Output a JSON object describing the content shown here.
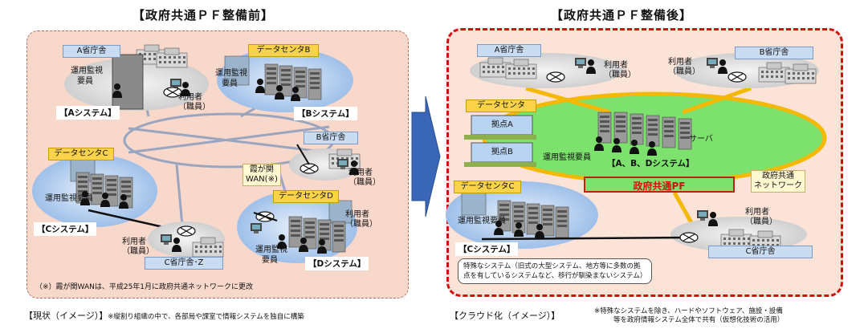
{
  "left": {
    "title": "【政府共通ＰＦ整備前】",
    "a_office": "A省庁舎",
    "a_staff_1": "運用監視",
    "a_staff_2": "要員",
    "a_user_1": "利用者",
    "a_user_2": "（職員）",
    "a_system": "【Aシステム】",
    "dc_b": "データセンタB",
    "b_staff_1": "運用監視",
    "b_staff_2": "要員",
    "b_system": "【Bシステム】",
    "b_office": "B省庁舎",
    "b_user_1": "利用者",
    "b_user_2": "（職員）",
    "wan_1": "霞が関",
    "wan_2": "WAN(※)",
    "dc_c": "データセンタC",
    "c_staff": "運用監視要員",
    "c_system": "【Cシステム】",
    "c_user_1": "利用者",
    "c_user_2": "（職員）",
    "c_office": "C省庁舎･Z",
    "dc_d": "データセンタD",
    "d_user_1": "利用者",
    "d_user_2": "（職員）",
    "d_staff_1": "運用監視",
    "d_staff_2": "要員",
    "d_system": "【Dシステム】",
    "note": "（※）霞が関WANは、平成25年1月に政府共通ネットワークに更改",
    "caption": "【現状（イメージ）】",
    "caption_note": "※縦割り組織の中で、各部局や課室で情報システムを独自に構築"
  },
  "right": {
    "title": "【政府共通ＰＦ整備後】",
    "a_office": "A省庁舎",
    "a_user_1": "利用者",
    "a_user_2": "（職員）",
    "b_user_1": "利用者",
    "b_user_2": "（職員）",
    "b_office": "B省庁舎",
    "dc": "データセンタ",
    "site_a": "拠点A",
    "site_b": "拠点B",
    "staff": "運用監視要員",
    "server": "サーバ",
    "abd_system": "【A、B、Dシステム】",
    "pf": "政府共通PF",
    "network_1": "政府共通",
    "network_2": "ネットワーク",
    "dc_c": "データセンタC",
    "c_staff": "運用監視要員",
    "c_system": "【Cシステム】",
    "c_user_1": "利用者",
    "c_user_2": "（職員）",
    "c_office": "C省庁舎",
    "special_1": "特殊なシステム（旧式の大型システム、地方等に多数の拠",
    "special_2": "点を有しているシステムなど、移行が馴染まないシステム）",
    "caption": "【クラウド化（イメージ）】",
    "caption_note_1": "※特殊なシステムを除き、ハードやソフトウェア、施設・設備",
    "caption_note_2": "等を政府情報システム全体で共有（仮想化技術の活用）"
  },
  "colors": {
    "left_bg": "#f9d8cc",
    "right_border": "#d01010",
    "pf_fill": "#7de26d",
    "network_ring": "#f5b800",
    "site_fill": "#b9d3f2",
    "tag_blue": "#c9dcf2",
    "tag_yellow": "#fbd34a",
    "arrow": "#3a66b8"
  }
}
